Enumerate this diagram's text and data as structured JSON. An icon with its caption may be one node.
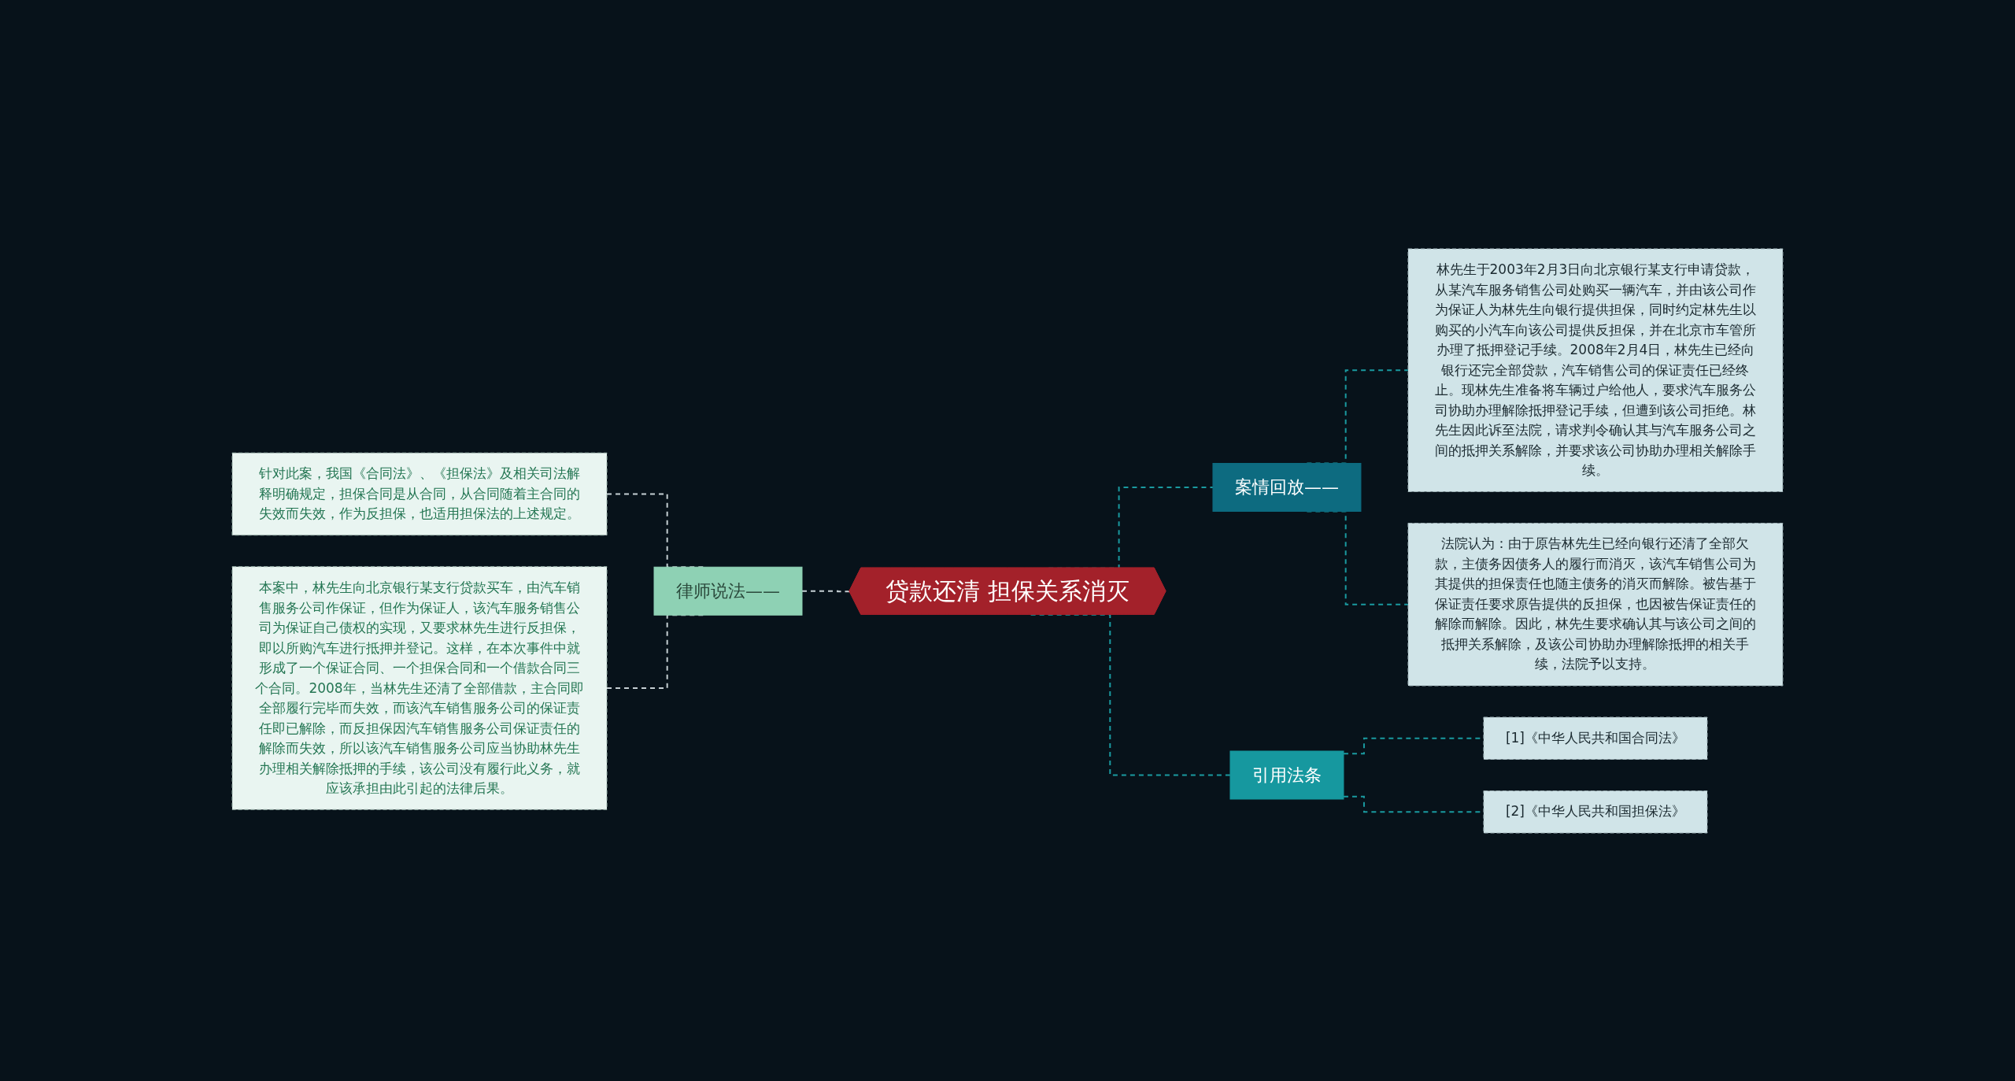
{
  "diagram": {
    "nodes": [
      {
        "text": [
          "贷款还清 担保关系消灭"
        ]
      },
      {
        "text": [
          "律师说法——"
        ]
      },
      {
        "text": [
          "针对此案，我国《合同法》、《担保法》及相关司法解释明确规定，担保合同是从合同，从合同随着主合同的失效而失效，作为反担保，也适用担保法的上述规定。"
        ]
      },
      {
        "text": [
          "本案中，林先生向北京银行某支行贷款买车，由汽车销售服务公司作保证，但作为保证人，该汽车服务销售公司为保证自己债权的实现，又要求林先生进行反担保，即以所购汽车进行抵押并登记。这样，在本次事件中就形成了一个保证合同、一个担保合同和一个借款合同三个合同。2008年，当林先生还清了全部借款，主合同即全部履行完毕而失效，而该汽车销售服务公司的保证责任即已解除，而反担保因汽车销售服务公司保证责任的解除而失效，所以该汽车销售服务公司应当协助林先生办理相关解除抵押的手续，该公司没有履行此义务，就应该承担由此引起的法律后果。"
        ]
      },
      {
        "text": [
          "案情回放——"
        ]
      },
      {
        "text": [
          "林先生于2003年2月3日向北京银行某支行申请贷款，从某汽车服务销售公司处购买一辆汽车，并由该公司作为保证人为林先生向银行提供担保，同时约定林先生以购买的小汽车向该公司提供反担保，并在北京市车管所办理了抵押登记手续。2008年2月4日，林先生已经向银行还完全部贷款，汽车销售公司的保证责任已经终止。现林先生准备将车辆过户给他人，要求汽车服务公司协助办理解除抵押登记手续，但遭到该公司拒绝。林先生因此诉至法院，请求判令确认其与汽车服务公司之间的抵押关系解除，并要求该公司协助办理相关解除手续。"
        ]
      },
      {
        "text": [
          "法院认为：由于原告林先生已经向银行还清了全部欠款，主债务因债务人的履行而消灭，该汽车销售公司为其提供的担保责任也随主债务的消灭而解除。被告基于保证责任要求原告提供的反担保，也因被告保证责任的解除而解除。因此，林先生要求确认其与该公司之间的抵押关系解除，及该公司协助办理解除抵押的相关手续，法院予以支持。"
        ]
      },
      {
        "text": [
          "引用法条"
        ]
      },
      {
        "text": [
          "[1]《中华人民共和国合同法》"
        ]
      },
      {
        "text": [
          "[2]《中华人民共和国担保法》"
        ]
      }
    ],
    "edges": [
      {
        "from": 0,
        "to": 1,
        "arrow": "none",
        "style": "dashed",
        "color": "#c5cfd3"
      },
      {
        "from": 1,
        "to": 2,
        "arrow": "none",
        "style": "dashed",
        "color": "#c5cfd3"
      },
      {
        "from": 1,
        "to": 3,
        "arrow": "none",
        "style": "dashed",
        "color": "#c5cfd3"
      },
      {
        "from": 0,
        "to": 4,
        "arrow": "none",
        "style": "dashed"
      },
      {
        "from": 4,
        "to": 5,
        "arrow": "none",
        "style": "dashed"
      },
      {
        "from": 4,
        "to": 6,
        "arrow": "none",
        "style": "dashed"
      },
      {
        "from": 0,
        "to": 7,
        "arrow": "none",
        "style": "dashed"
      },
      {
        "from": 7,
        "to": 8,
        "arrow": "none",
        "style": "dashed"
      },
      {
        "from": 7,
        "to": 9,
        "arrow": "none",
        "style": "dashed"
      }
    ]
  }
}
